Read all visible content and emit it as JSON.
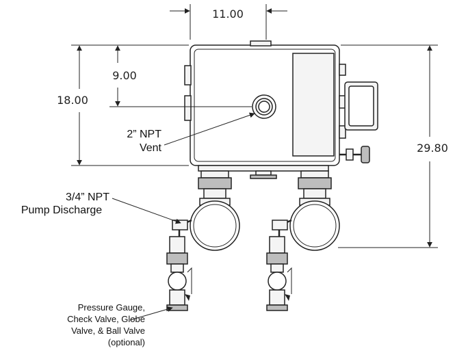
{
  "dimensions": {
    "width_top": "11.00",
    "height_center": "9.00",
    "height_box": "18.00",
    "height_total": "29.80"
  },
  "callouts": {
    "vent": [
      "2” NPT",
      "Vent"
    ],
    "discharge": [
      "3/4” NPT",
      "Pump Discharge"
    ],
    "valves": [
      "Pressure Gauge,",
      "Check Valve, Globe",
      "Valve, & Ball Valve",
      "(optional)"
    ]
  }
}
